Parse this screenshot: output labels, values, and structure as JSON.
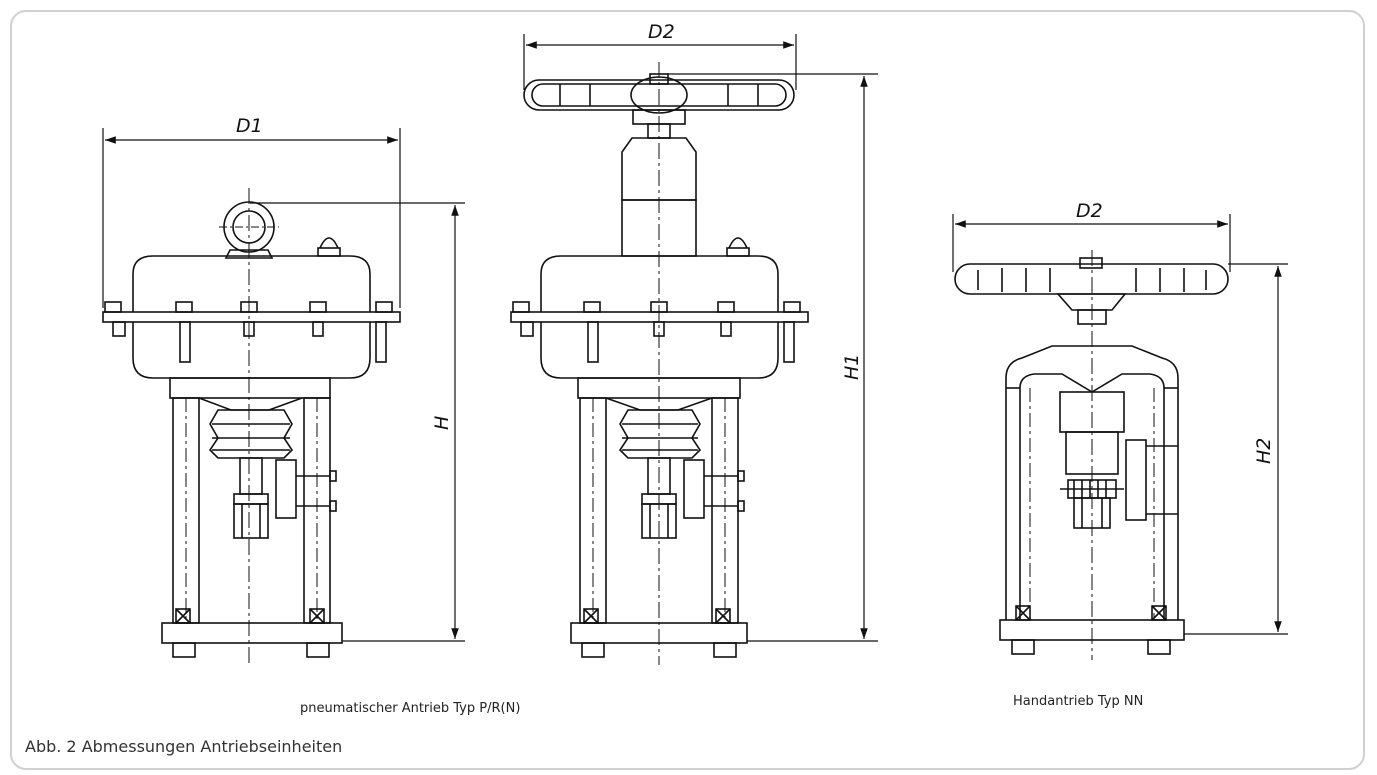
{
  "figure": {
    "title": "Abb. 2 Abmessungen Antriebseinheiten"
  },
  "captions": {
    "pneumatic": "pneumatischer Antrieb Typ P/R(N)",
    "manual": "Handantrieb Typ NN"
  },
  "dimensions": {
    "d1": "D1",
    "d2_top": "D2",
    "d2_right": "D2",
    "h": "H",
    "h1": "H1",
    "h2": "H2"
  },
  "colors": {
    "line": "#111111",
    "frame": "#d0d0d0"
  }
}
